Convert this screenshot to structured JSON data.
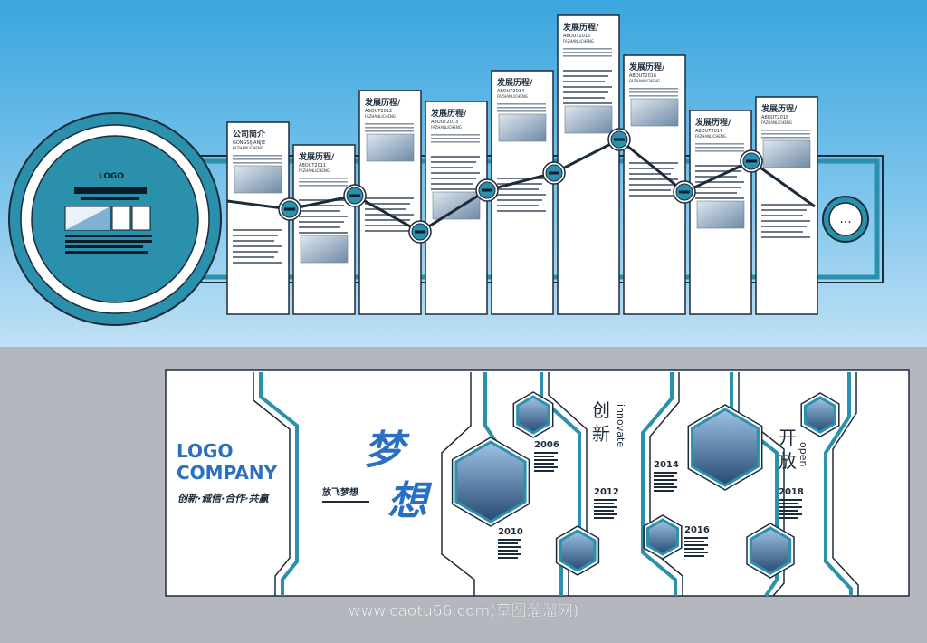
{
  "top_wall": {
    "logo_line": "LOGO",
    "panels": [
      {
        "title": "公司简介",
        "sub": "GONGSIJIANJIE"
      },
      {
        "title": "发展历程/",
        "sub": "ABOUT2011"
      },
      {
        "title": "发展历程/",
        "sub": "ABOUT2012"
      },
      {
        "title": "发展历程/",
        "sub": "ABOUT2013"
      },
      {
        "title": "发展历程/",
        "sub": "ABOUT2014"
      },
      {
        "title": "发展历程/",
        "sub": "ABOUT2015"
      },
      {
        "title": "发展历程/",
        "sub": "ABOUT2016"
      },
      {
        "title": "发展历程/",
        "sub": "ABOUT2017"
      },
      {
        "title": "发展历程/",
        "sub": "ABOUT2018"
      }
    ],
    "panel_pinyin": "FAZHANLICHENG",
    "more_dots": "..."
  },
  "bottom_wall": {
    "logo": "LOGO",
    "company": "COMPANY",
    "slogan": "创新·诚信·合作·共赢",
    "dream": [
      "梦",
      "想"
    ],
    "dream_sub": "放飞梦想",
    "innovate_cn": [
      "创",
      "新"
    ],
    "innovate_en": "innovate",
    "open_cn": [
      "开",
      "放"
    ],
    "open_en": "open",
    "years": [
      "2006",
      "2010",
      "2012",
      "2014",
      "2016",
      "2018"
    ]
  },
  "watermark": "www.caotu66.com(草图溜溜网)",
  "colors": {
    "accent": "#2a90ab",
    "dark": "#1c2b3a",
    "blue_text": "#2b6fc2"
  }
}
